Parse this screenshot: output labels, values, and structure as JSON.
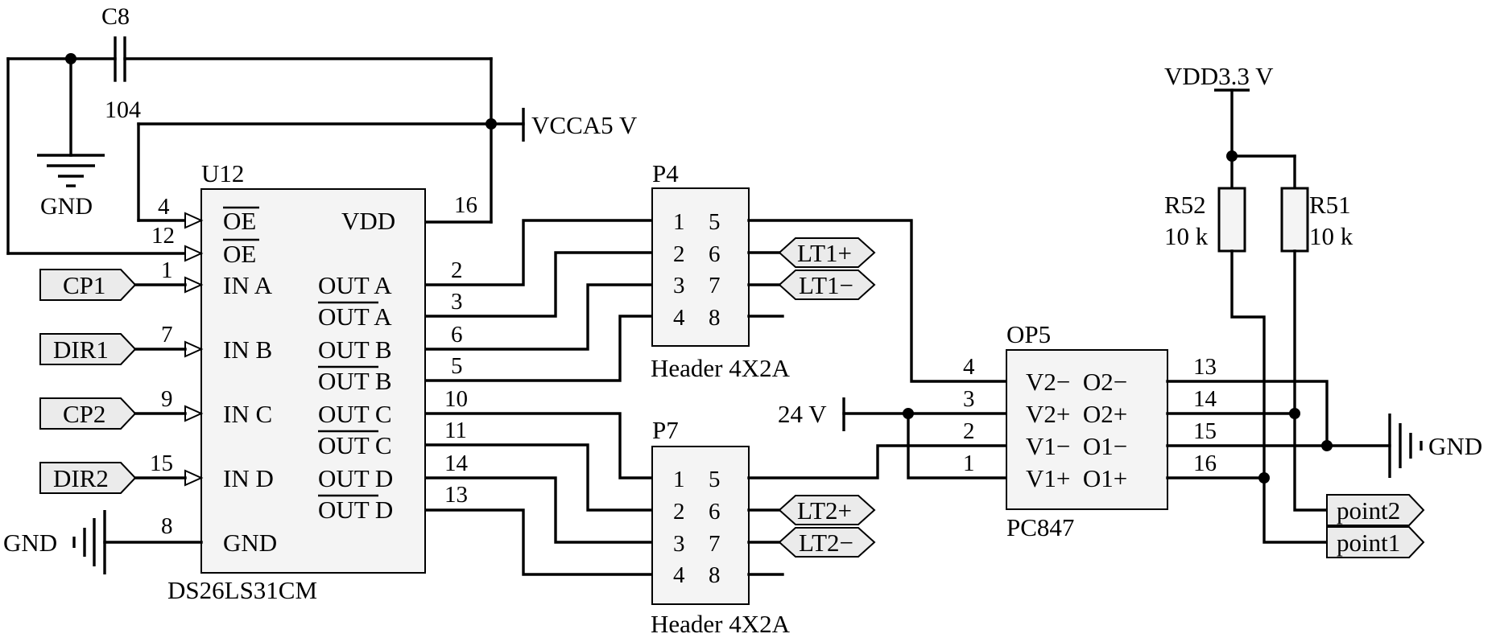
{
  "capacitor": {
    "ref": "C8",
    "value": "104"
  },
  "power": {
    "vcca": "VCCA5 V",
    "vdd": "VDD3.3 V",
    "v24": "24 V",
    "gnd": "GND"
  },
  "u12": {
    "ref": "U12",
    "part": "DS26LS31CM",
    "left_labels": [
      "OE",
      "OE",
      "IN A",
      "IN B",
      "IN C",
      "IN D",
      "GND"
    ],
    "left_pins": [
      "4",
      "12",
      "1",
      "7",
      "9",
      "15",
      "8"
    ],
    "vdd_label": "VDD",
    "vdd_pin": "16",
    "right_labels": [
      "OUT A",
      "OUT A",
      "OUT B",
      "OUT B",
      "OUT C",
      "OUT C",
      "OUT D",
      "OUT D"
    ],
    "right_pins": [
      "2",
      "3",
      "6",
      "5",
      "10",
      "11",
      "14",
      "13"
    ]
  },
  "inputs": [
    "CP1",
    "DIR1",
    "CP2",
    "DIR2"
  ],
  "p4": {
    "ref": "P4",
    "part": "Header 4X2A",
    "left": [
      "1",
      "2",
      "3",
      "4"
    ],
    "right": [
      "5",
      "6",
      "7",
      "8"
    ]
  },
  "p7": {
    "ref": "P7",
    "part": "Header 4X2A",
    "left": [
      "1",
      "2",
      "3",
      "4"
    ],
    "right": [
      "5",
      "6",
      "7",
      "8"
    ]
  },
  "outputs": {
    "lt1p": "LT1+",
    "lt1n": "LT1−",
    "lt2p": "LT2+",
    "lt2n": "LT2−"
  },
  "op5": {
    "ref": "OP5",
    "part": "PC847",
    "rows": [
      "V2−  O2−",
      "V2+  O2+",
      "V1−  O1−",
      "V1+  O1+"
    ],
    "left_pins": [
      "4",
      "3",
      "2",
      "1"
    ],
    "right_pins": [
      "13",
      "14",
      "15",
      "16"
    ]
  },
  "r52": {
    "ref": "R52",
    "value": "10 k"
  },
  "r51": {
    "ref": "R51",
    "value": "10 k"
  },
  "points": [
    "point2",
    "point1"
  ]
}
